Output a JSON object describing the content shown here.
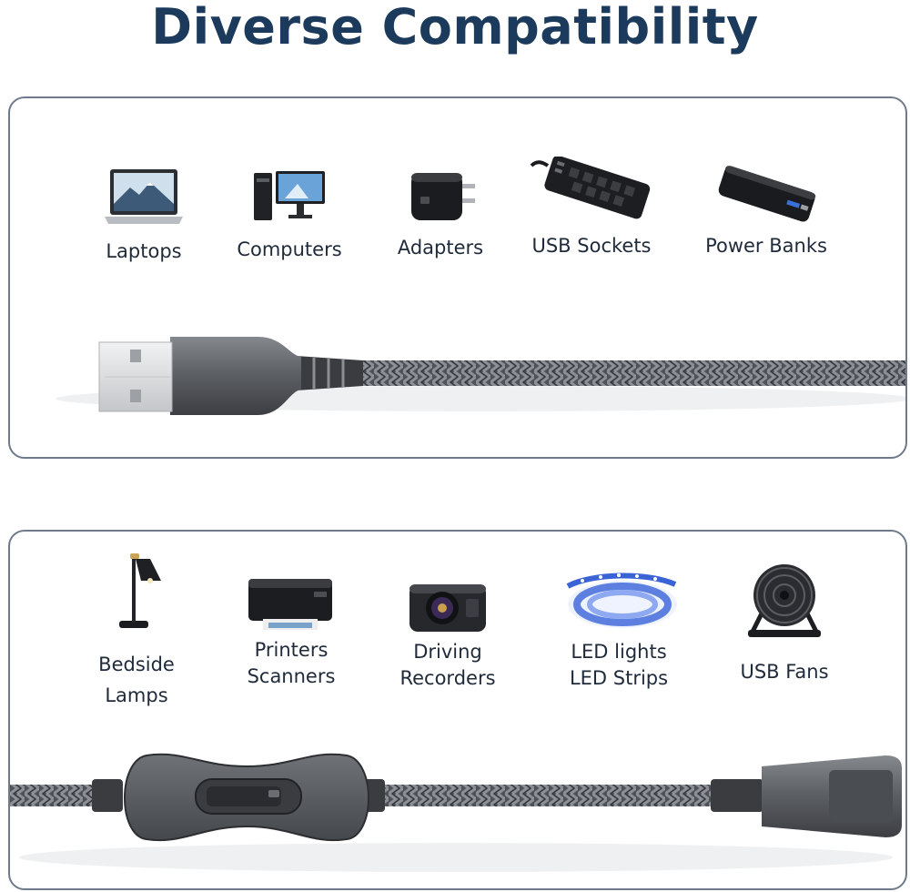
{
  "title": "Diverse Compatibility",
  "top_devices": [
    {
      "label": "Laptops",
      "icon": "laptop-icon"
    },
    {
      "label": "Computers",
      "icon": "desktop-computer-icon"
    },
    {
      "label": "Adapters",
      "icon": "wall-adapter-icon"
    },
    {
      "label": "USB Sockets",
      "icon": "power-strip-icon"
    },
    {
      "label": "Power Banks",
      "icon": "power-bank-icon"
    }
  ],
  "bottom_devices": [
    {
      "label_line1": "Bedside",
      "label_line2": "Lamps",
      "icon": "lamp-icon"
    },
    {
      "label_line1": "Printers",
      "label_line2": "Scanners",
      "icon": "printer-icon"
    },
    {
      "label_line1": "Driving",
      "label_line2": "Recorders",
      "icon": "dashcam-icon"
    },
    {
      "label_line1": "LED lights",
      "label_line2": "LED Strips",
      "icon": "led-strip-icon"
    },
    {
      "label_line1": "USB Fans",
      "label_line2": "",
      "icon": "usb-fan-icon"
    }
  ],
  "colors": {
    "title": "#1b3a5c",
    "panel_border": "#6f7b8a",
    "cable_braid": "#5a5d62",
    "connector_metal": "#5e6166",
    "usb_plug_silver": "#d9dbde"
  }
}
